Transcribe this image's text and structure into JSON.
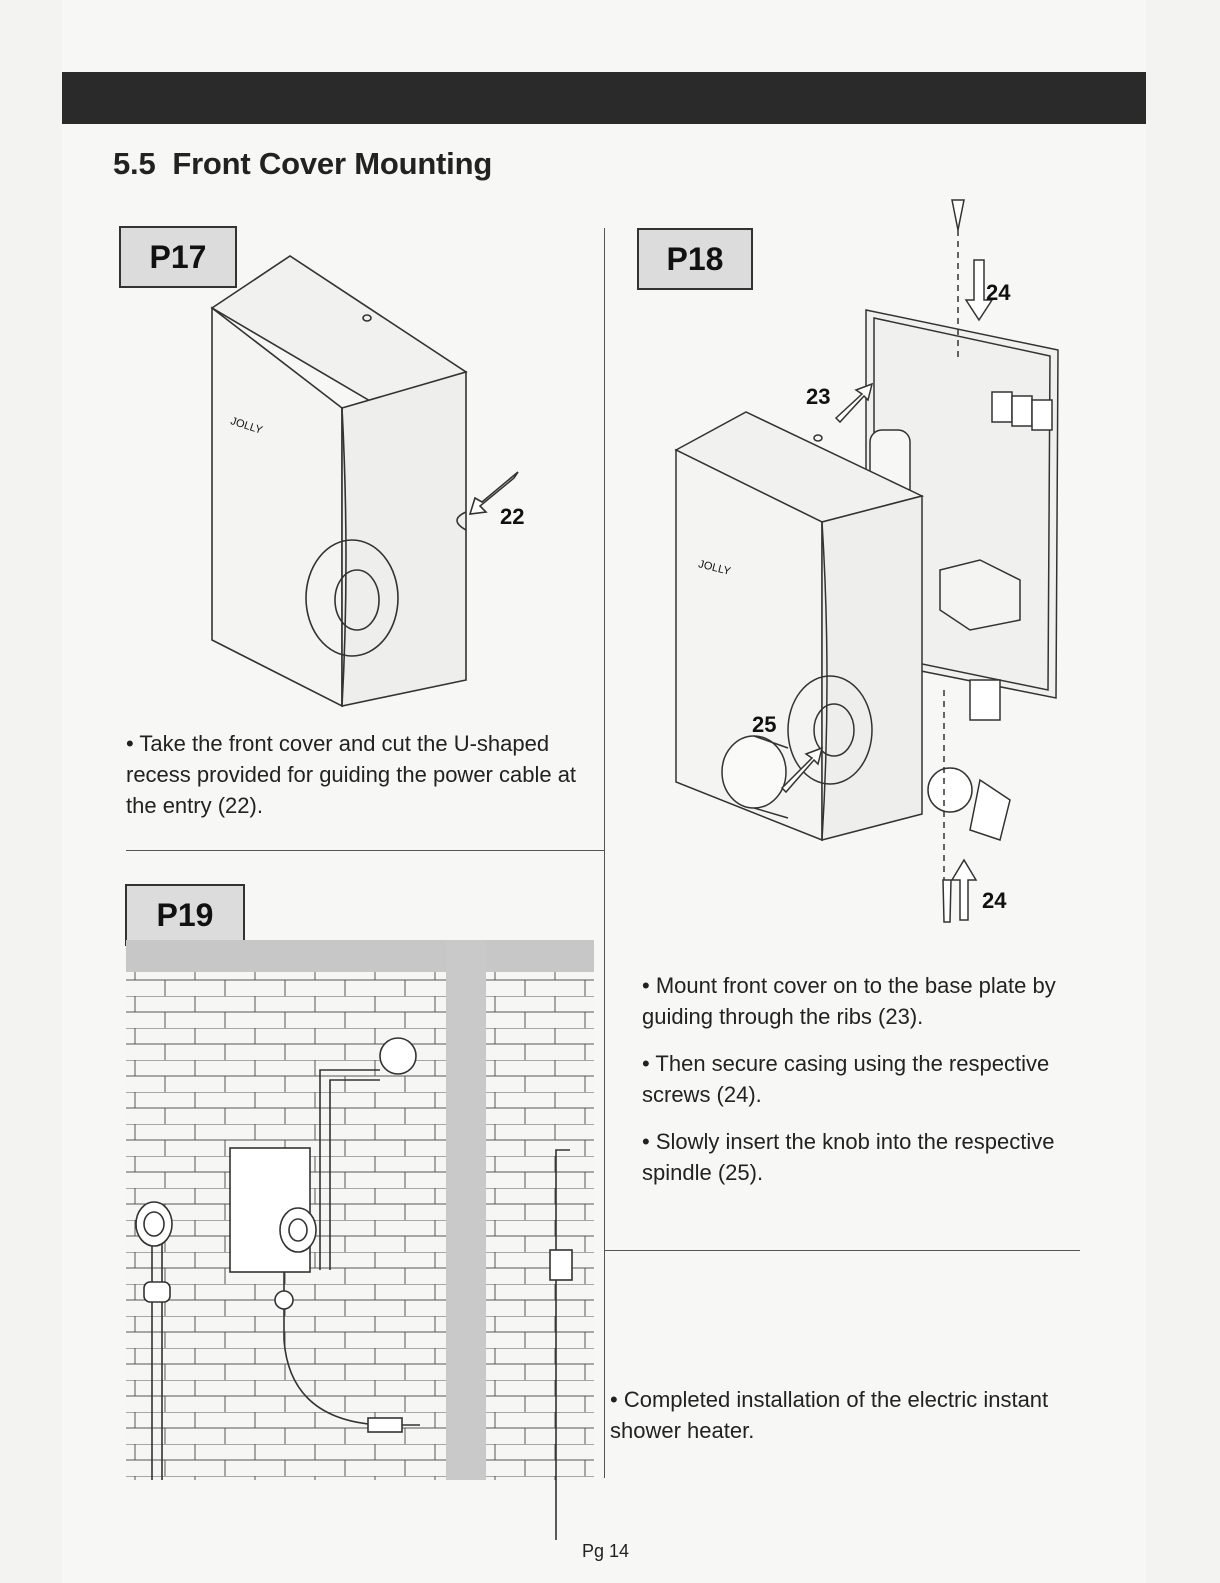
{
  "section": {
    "number": "5.5",
    "title": "Front Cover Mounting"
  },
  "panels": {
    "p17": {
      "label": "P17",
      "brand_mark": "JOLLY",
      "callout": "22",
      "caption": "• Take the front cover and cut the U-shaped recess provided for guiding the power cable at the entry (22)."
    },
    "p18": {
      "label": "P18",
      "brand_mark": "JOLLY",
      "callouts": {
        "ribs": "23",
        "screw_top": "24",
        "screw_bottom": "24",
        "spindle": "25"
      },
      "captions": [
        "• Mount front cover on to the base plate by guiding through the ribs (23).",
        "• Then secure casing using the respective screws (24).",
        "• Slowly insert the knob into the respective spindle (25)."
      ]
    },
    "p19": {
      "label": "P19",
      "caption": "• Completed installation of the electric instant shower heater."
    }
  },
  "page_number": "Pg 14",
  "colors": {
    "header_bar": "#2a2a2a",
    "label_fill": "#dcdcdc",
    "wall_top": "#c7c7c7",
    "line_art": "#333333"
  }
}
